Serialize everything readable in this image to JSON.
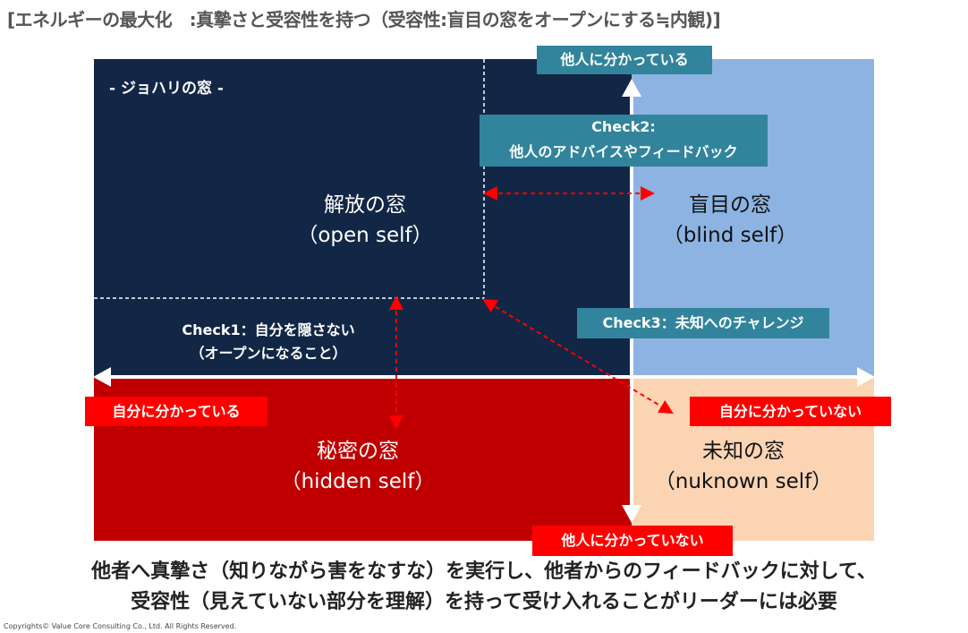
{
  "title": "[エネルギーの最大化　:真摯さと受容性を持つ（受容性:盲目の窓をオープンにする≒内観)]",
  "frame_label": "- ジョハリの窓 -",
  "axes": {
    "top": "他人に分かっている",
    "bottom": "他人に分かっていない",
    "left": "自分に分かっている",
    "right": "自分に分かっていない"
  },
  "quadrants": {
    "open": {
      "name": "解放の窓",
      "sub": "（open self）"
    },
    "blind": {
      "name": "盲目の窓",
      "sub": "（blind self）"
    },
    "hidden": {
      "name": "秘密の窓",
      "sub": "（hidden self）"
    },
    "unknown": {
      "name": "未知の窓",
      "sub": "（nuknown self）"
    }
  },
  "checks": {
    "check1_line1": "Check1：自分を隠さない",
    "check1_line2": "（オープンになること）",
    "check2_line1": "Check2:",
    "check2_line2": "他人のアドバイスやフィードバック",
    "check3": "Check3：未知へのチャレンジ"
  },
  "bottom_text": {
    "line1": "他者へ真摯さ（知りながら害をなすな）を実行し、他者からのフィードバックに対して、",
    "line2": "受容性（見えていない部分を理解）を持って受け入れることがリーダーには必要"
  },
  "copyright": "Copyrights© Value Core Consulting Co., Ltd. All Rights Reserved.",
  "colors": {
    "open": "#122645",
    "blind": "#8db3e2",
    "hidden": "#c00000",
    "unknown": "#fbd4b4",
    "teal_label": "#31849b",
    "red_label": "#ff0000",
    "arrow_dashed": "#ff0000"
  }
}
